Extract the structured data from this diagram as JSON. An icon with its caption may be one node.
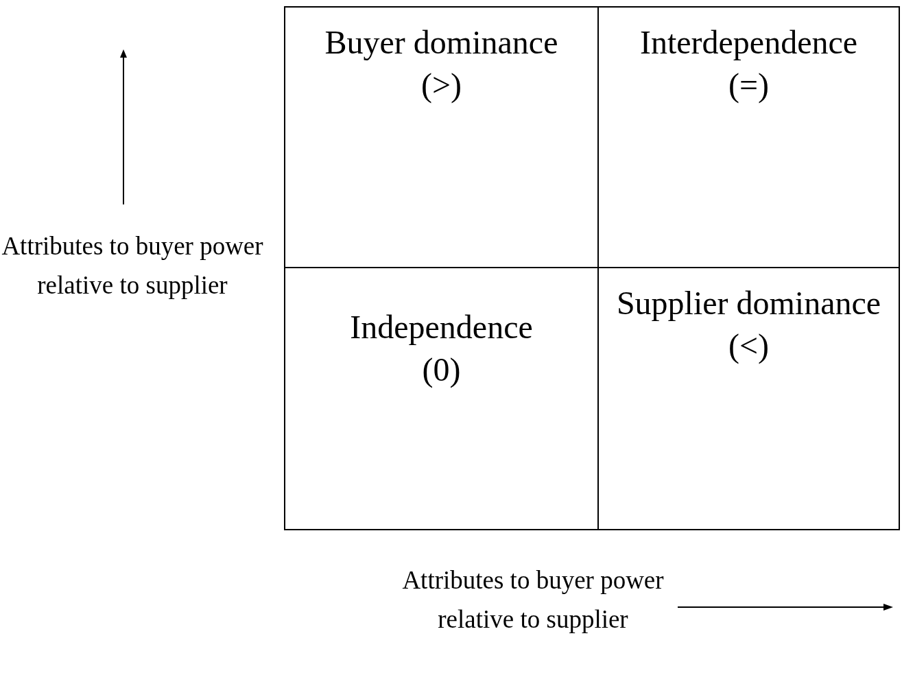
{
  "diagram": {
    "nodes": [
      {
        "text": [
          "Buyer dominance",
          "(>)"
        ]
      },
      {
        "text": [
          "Interdependence",
          "(=)"
        ]
      },
      {
        "text": [
          "Independence",
          "(0)"
        ]
      },
      {
        "text": [
          "Supplier dominance",
          "(<)"
        ]
      }
    ],
    "labels": [
      "Attributes to buyer power relative to supplier",
      "Attributes to buyer power relative to supplier"
    ]
  }
}
